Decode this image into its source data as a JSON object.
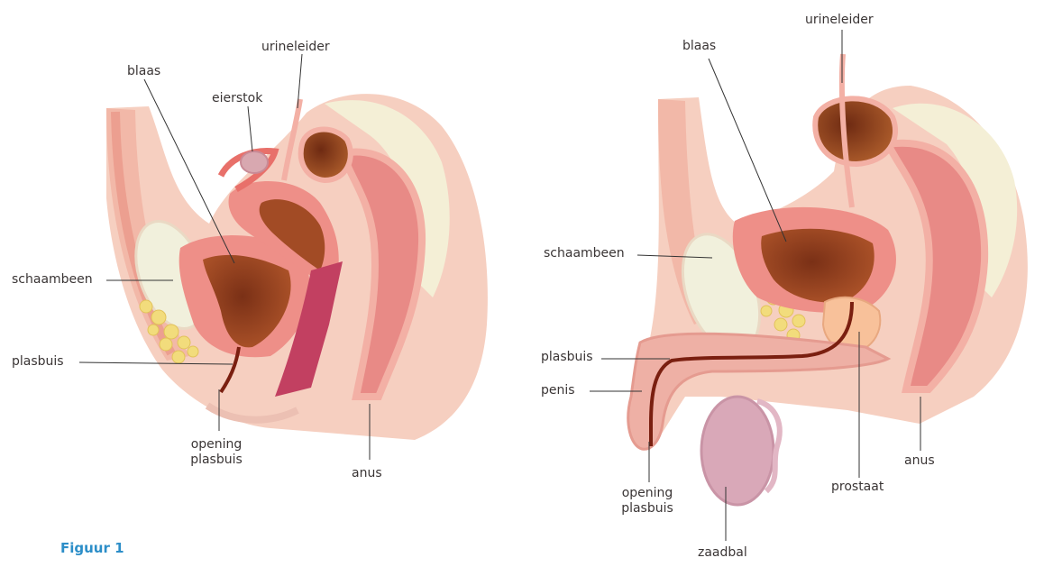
{
  "figure_caption": "Figuur 1",
  "female": {
    "urineleider": "urineleider",
    "blaas": "blaas",
    "eierstok": "eierstok",
    "schaambeen": "schaambeen",
    "plasbuis": "plasbuis",
    "opening_plasbuis_line1": "opening",
    "opening_plasbuis_line2": "plasbuis",
    "anus": "anus"
  },
  "male": {
    "urineleider": "urineleider",
    "blaas": "blaas",
    "schaambeen": "schaambeen",
    "plasbuis": "plasbuis",
    "penis": "penis",
    "opening_plasbuis_line1": "opening",
    "opening_plasbuis_line2": "plasbuis",
    "zaadbal": "zaadbal",
    "prostaat": "prostaat",
    "anus": "anus"
  },
  "colors": {
    "skin": "#f6cfc0",
    "tissue": "#f0a99c",
    "muscle": "#e88a86",
    "organ_dark": "#7a3016",
    "organ_mid": "#b0552a",
    "bone": "#f1f0dc",
    "fat": "#f2dc7c",
    "prostate": "#f8c19a",
    "testis": "#d9a8b8",
    "leader": "#333333",
    "caption": "#2c8ec8"
  }
}
